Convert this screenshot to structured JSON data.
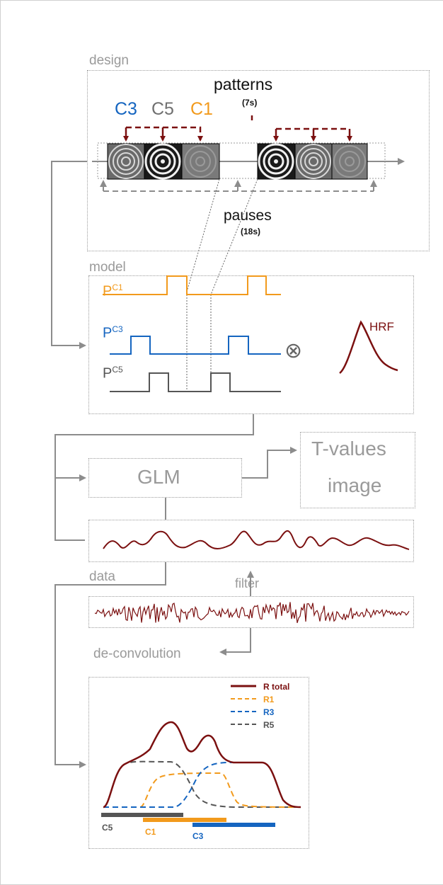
{
  "sections": {
    "design": "design",
    "model": "model",
    "data": "data",
    "filter": "filter",
    "deconvolution": "de-convolution"
  },
  "design": {
    "conditions": [
      {
        "label": "C3",
        "color": "#1565c0"
      },
      {
        "label": "C5",
        "color": "#707070"
      },
      {
        "label": "C1",
        "color": "#f29a1c"
      }
    ],
    "patterns_label": "patterns",
    "patterns_duration": "(7s)",
    "pauses_label": "pauses",
    "pauses_duration": "(18s)"
  },
  "model": {
    "regressors": [
      {
        "base": "P",
        "sup": "C1",
        "color": "#f29a1c"
      },
      {
        "base": "P",
        "sup": "C3",
        "color": "#1565c0"
      },
      {
        "base": "P",
        "sup": "C5",
        "color": "#555555"
      }
    ],
    "convolve_symbol": "⊗",
    "hrf_label": "HRF"
  },
  "glm": {
    "label": "GLM",
    "output_line1": "T-values",
    "output_line2": "image"
  },
  "response": {
    "legend": [
      {
        "label": "R total",
        "color": "#7b1010",
        "style": "solid"
      },
      {
        "label": "R1",
        "color": "#f29a1c",
        "style": "dashed"
      },
      {
        "label": "R3",
        "color": "#1565c0",
        "style": "dashed"
      },
      {
        "label": "R5",
        "color": "#555555",
        "style": "dashed"
      }
    ],
    "bars": [
      {
        "label": "C5",
        "color": "#555555"
      },
      {
        "label": "C1",
        "color": "#f29a1c"
      },
      {
        "label": "C3",
        "color": "#1565c0"
      }
    ]
  },
  "colors": {
    "dark_red": "#7b1010",
    "gray_arrow": "#8c8c8c",
    "orange": "#f29a1c",
    "blue": "#1565c0"
  }
}
